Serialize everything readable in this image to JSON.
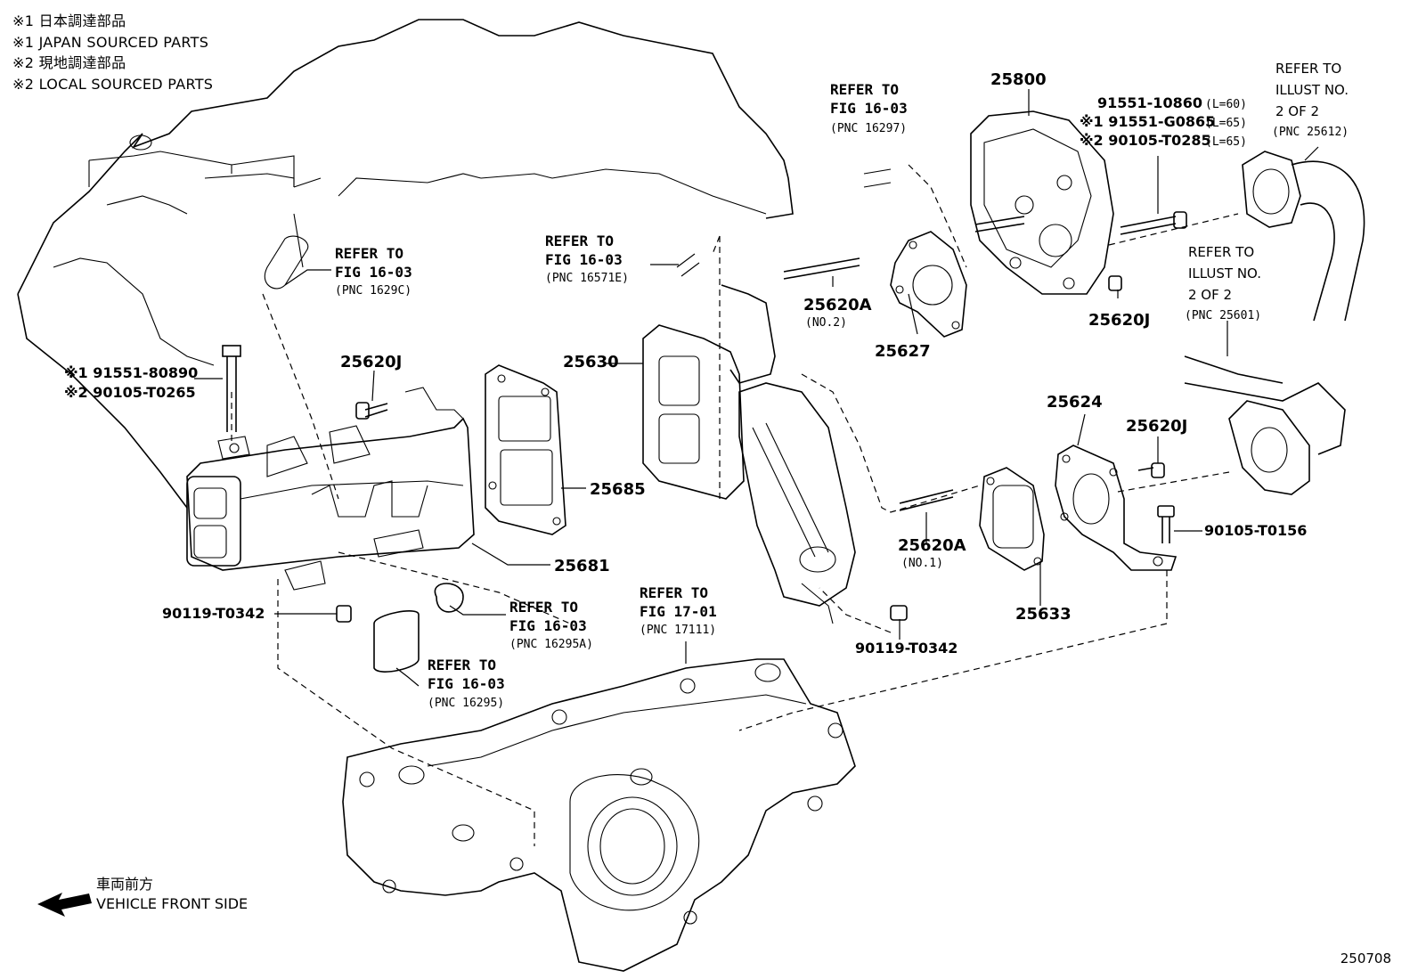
{
  "notes": [
    "※1 日本調達部品",
    "※1 JAPAN SOURCED PARTS",
    "※2 現地調達部品",
    "※2 LOCAL SOURCED PARTS"
  ],
  "front_side": {
    "jp": "車両前方",
    "en": "VEHICLE FRONT SIDE"
  },
  "illustration_code": "250708",
  "part_numbers": {
    "p25800": "25800",
    "p25620J_top": "25620J",
    "p25620J_left": "25620J",
    "p25620J_right": "25620J",
    "p25630": "25630",
    "p25685": "25685",
    "p25681": "25681",
    "p25627": "25627",
    "p25620A_1": "25620A",
    "p25620A_1_sub": "(NO.1)",
    "p25620A_2": "25620A",
    "p25620A_2_sub": "(NO.2)",
    "p25624": "25624",
    "p25633": "25633",
    "p90105_T0156": "90105-T0156",
    "p90119_left": "90119-T0342",
    "p90119_right": "90119-T0342",
    "bolt_left_1": "※1 91551-80890",
    "bolt_left_2": "※2 90105-T0265",
    "bolt_top_1": "91551-10860",
    "bolt_top_1_len": "(L=60)",
    "bolt_top_2": "※1 91551-G0865",
    "bolt_top_2_len": "(L=65)",
    "bolt_top_3": "※2 90105-T0285",
    "bolt_top_3_len": "(L=65)"
  },
  "references": {
    "r1629C": [
      "REFER TO",
      "FIG 16-03",
      "(PNC 1629C)"
    ],
    "r16571E": [
      "REFER TO",
      "FIG 16-03",
      "(PNC 16571E)"
    ],
    "r16297": [
      "REFER TO",
      "FIG 16-03",
      "(PNC 16297)"
    ],
    "r16295A": [
      "REFER TO",
      "FIG 16-03",
      "(PNC 16295A)"
    ],
    "r16295": [
      "REFER TO",
      "FIG 16-03",
      "(PNC 16295)"
    ],
    "r17111": [
      "REFER TO",
      "FIG 17-01",
      "(PNC 17111)"
    ],
    "r25612": [
      "REFER TO",
      "ILLUST NO.",
      "2 OF 2",
      "(PNC 25612)"
    ],
    "r25601": [
      "REFER TO",
      "ILLUST NO.",
      "2 OF 2",
      "(PNC 25601)"
    ]
  }
}
